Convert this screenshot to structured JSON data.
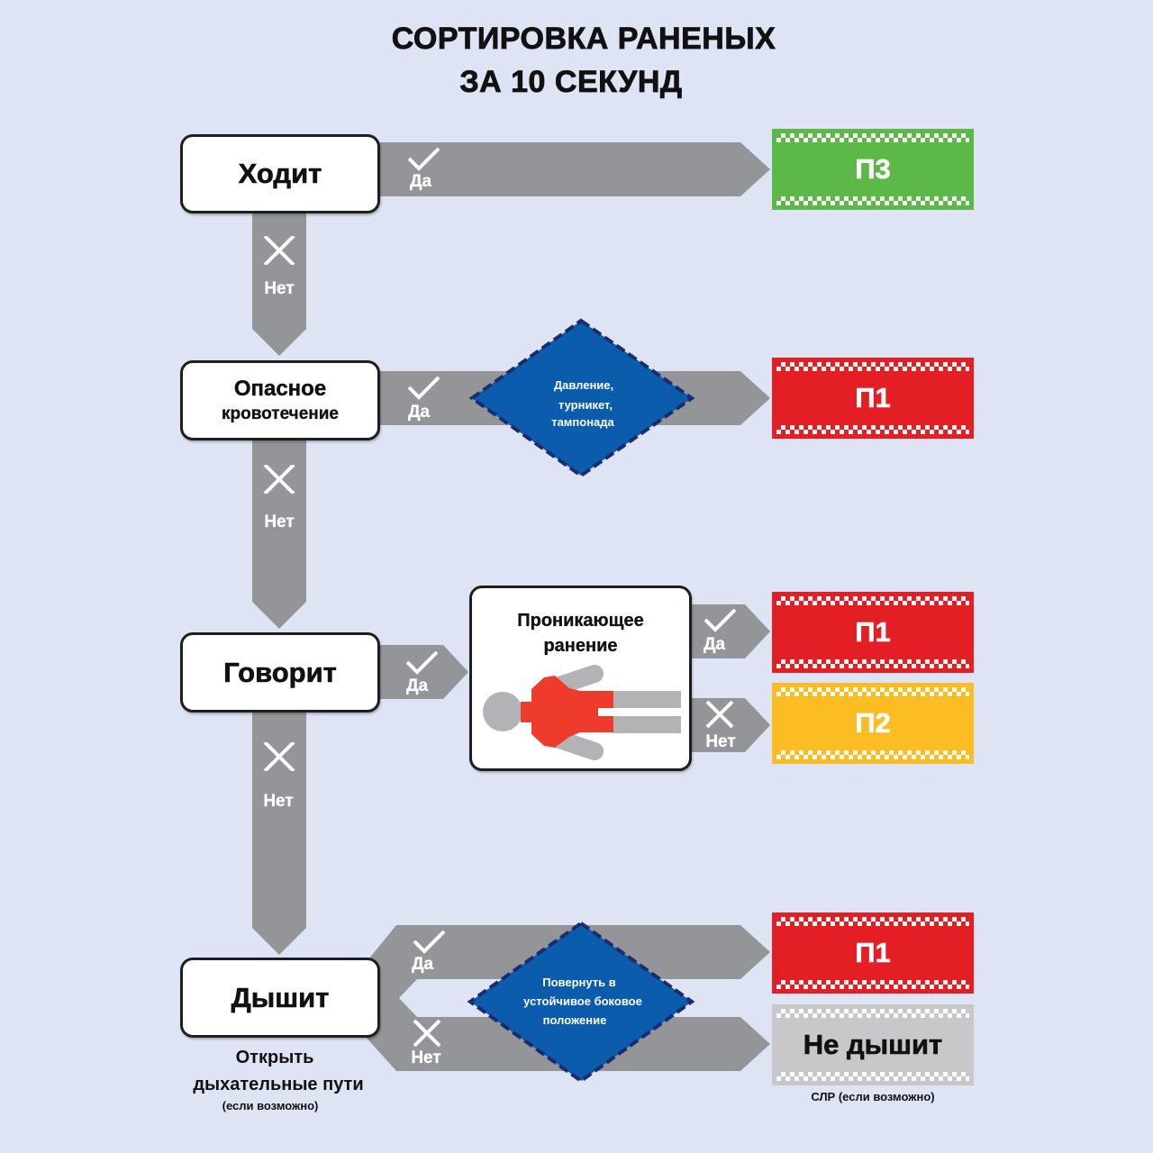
{
  "title": {
    "line1": "СОРТИРОВКА РАНЕНЫХ",
    "line2": "ЗА 10 СЕКУНД"
  },
  "steps": {
    "walks": {
      "label": "Ходит"
    },
    "bleeding": {
      "label_line1": "Опасное",
      "label_line2": "кровотечение"
    },
    "talks": {
      "label": "Говорит"
    },
    "breathes": {
      "label": "Дышит",
      "note_line1": "Открыть",
      "note_line2": "дыхательные пути",
      "note_line3": "(если возможно)"
    }
  },
  "branches": {
    "yes": "Да",
    "no": "Нет",
    "yes_icon": "checkmark-icon",
    "no_icon": "cross-icon"
  },
  "actions": {
    "bleeding_control": {
      "line1": "Давление,",
      "line2": "турникет,",
      "line3": "тампонада"
    },
    "recovery_position": {
      "line1": "Повернуть в",
      "line2": "устойчивое боковое",
      "line3": "положение"
    }
  },
  "penetrating_wound": {
    "line1": "Проникающее",
    "line2": "ранение",
    "icon": "injured-person-figure-icon"
  },
  "tags": {
    "walks_yes": {
      "label": "П3",
      "color": "#5cb947"
    },
    "bleeding_yes": {
      "label": "П1",
      "color": "#e31e25"
    },
    "wound_yes": {
      "label": "П1",
      "color": "#e31e25"
    },
    "wound_no": {
      "label": "П2",
      "color": "#fbbc24"
    },
    "breathes_yes": {
      "label": "П1",
      "color": "#e31e25"
    },
    "breathes_no": {
      "label": "Не дышит",
      "color": "#c8c8ca",
      "note": "СЛР (если возможно)"
    }
  },
  "colors": {
    "background": "#dfe4f4",
    "arrow": "#939598",
    "action_fill": "#0b5cad",
    "action_border": "#1b2c6e",
    "wound_red": "#ee3b2c",
    "figure_gray": "#b3b3b5"
  }
}
